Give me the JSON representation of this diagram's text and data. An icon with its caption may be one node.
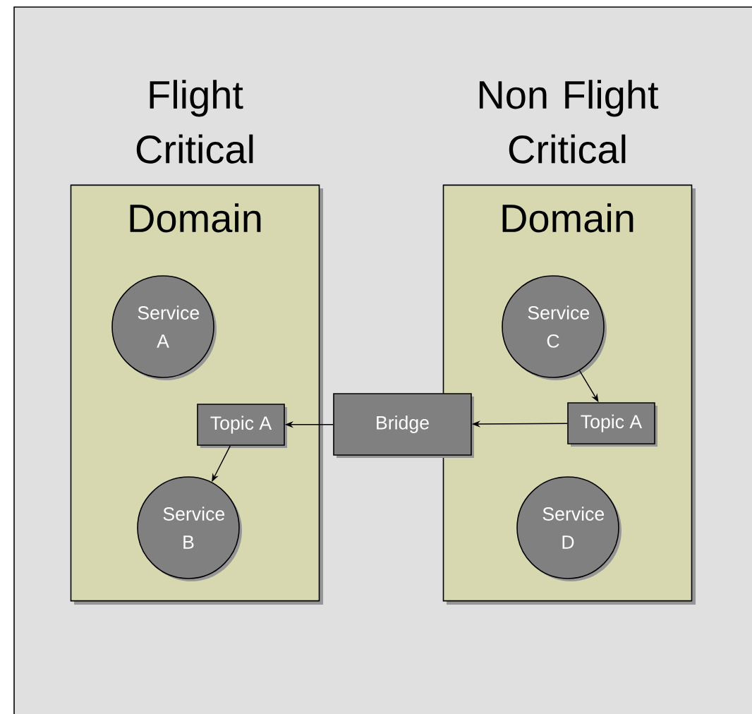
{
  "diagram": {
    "nodes": [
      {
        "text": [
          "Flight Critical",
          "Domain"
        ]
      },
      {
        "text": [
          "Non Flight Critical",
          "Domain"
        ]
      },
      {
        "text": [
          "Service A"
        ],
        "in": 0
      },
      {
        "text": [
          "Topic A"
        ],
        "in": 0
      },
      {
        "text": [
          "Service B"
        ],
        "in": 0
      },
      {
        "text": [
          "Bridge"
        ]
      },
      {
        "text": [
          "Service C"
        ],
        "in": 1
      },
      {
        "text": [
          "Topic A"
        ],
        "in": 1
      },
      {
        "text": [
          "Service D"
        ],
        "in": 1
      }
    ],
    "edges": [
      {
        "from": 6,
        "to": 7,
        "arrow": "to"
      },
      {
        "from": 7,
        "to": 5,
        "arrow": "to"
      },
      {
        "from": 5,
        "to": 3,
        "arrow": "to"
      },
      {
        "from": 3,
        "to": 4,
        "arrow": "to"
      }
    ]
  }
}
